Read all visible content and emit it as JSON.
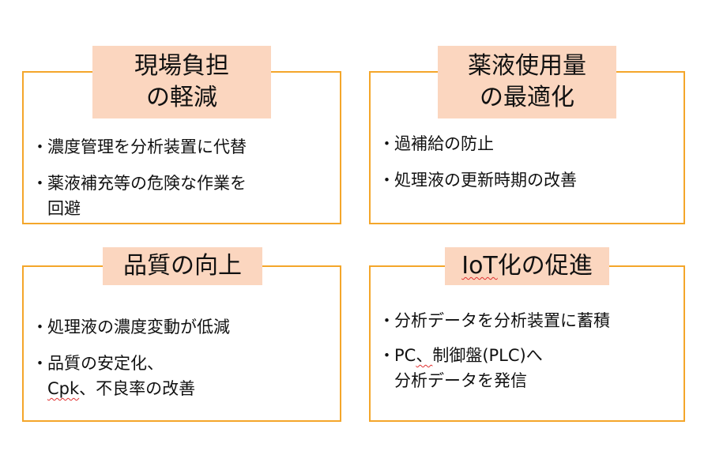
{
  "colors": {
    "border": "#f4a62a",
    "title_bg": "#fbd6bf"
  },
  "panels": {
    "top_left": {
      "title_line1": "現場負担",
      "title_line2": "の軽減",
      "item1": "濃度管理を分析装置に代替",
      "item2_line1": "薬液補充等の危険な作業を",
      "item2_line2": "回避"
    },
    "top_right": {
      "title_line1": "薬液使用量",
      "title_line2": "の最適化",
      "item1": "過補給の防止",
      "item2": "処理液の更新時期の改善"
    },
    "bottom_left": {
      "title": "品質の向上",
      "item1": "処理液の濃度変動が低減",
      "item2_line1": "品質の安定化、",
      "item2_line2_a": "Cpk",
      "item2_line2_b": "、不良率の改善"
    },
    "bottom_right": {
      "title_a": "IoT",
      "title_b": "化の促進",
      "item1": "分析データを分析装置に蓄積",
      "item2_line1_a": "PC",
      "item2_line1_b": "、",
      "item2_line1_c": "制御盤(PLC)へ",
      "item2_line2": "分析データを発信"
    },
    "bullet": "・"
  }
}
